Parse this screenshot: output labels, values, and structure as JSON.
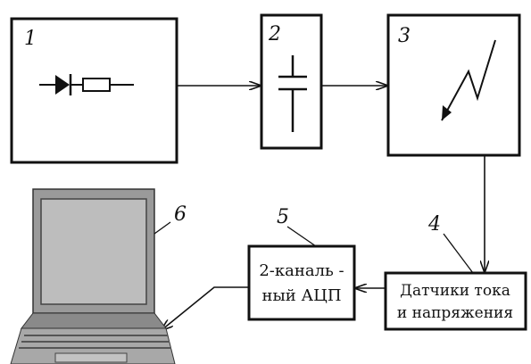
{
  "blocks": {
    "b1": {
      "number": "1"
    },
    "b2": {
      "number": "2"
    },
    "b3": {
      "number": "3"
    },
    "b4": {
      "number": "4",
      "line1": "Датчики тока",
      "line2": "и напряжения"
    },
    "b5": {
      "number": "5",
      "line1": "2-каналь -",
      "line2": "ный АЦП"
    },
    "b6": {
      "number": "6"
    }
  }
}
